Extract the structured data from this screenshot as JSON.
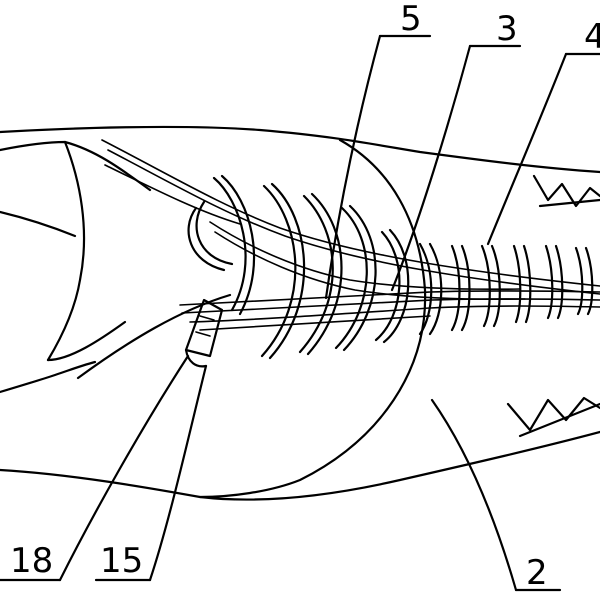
{
  "figure": {
    "reference_numerals": {
      "lace_5": "5",
      "lace_3": "3",
      "lace_4": "4",
      "upper_2": "2",
      "part_18": "18",
      "part_15": "15"
    }
  }
}
